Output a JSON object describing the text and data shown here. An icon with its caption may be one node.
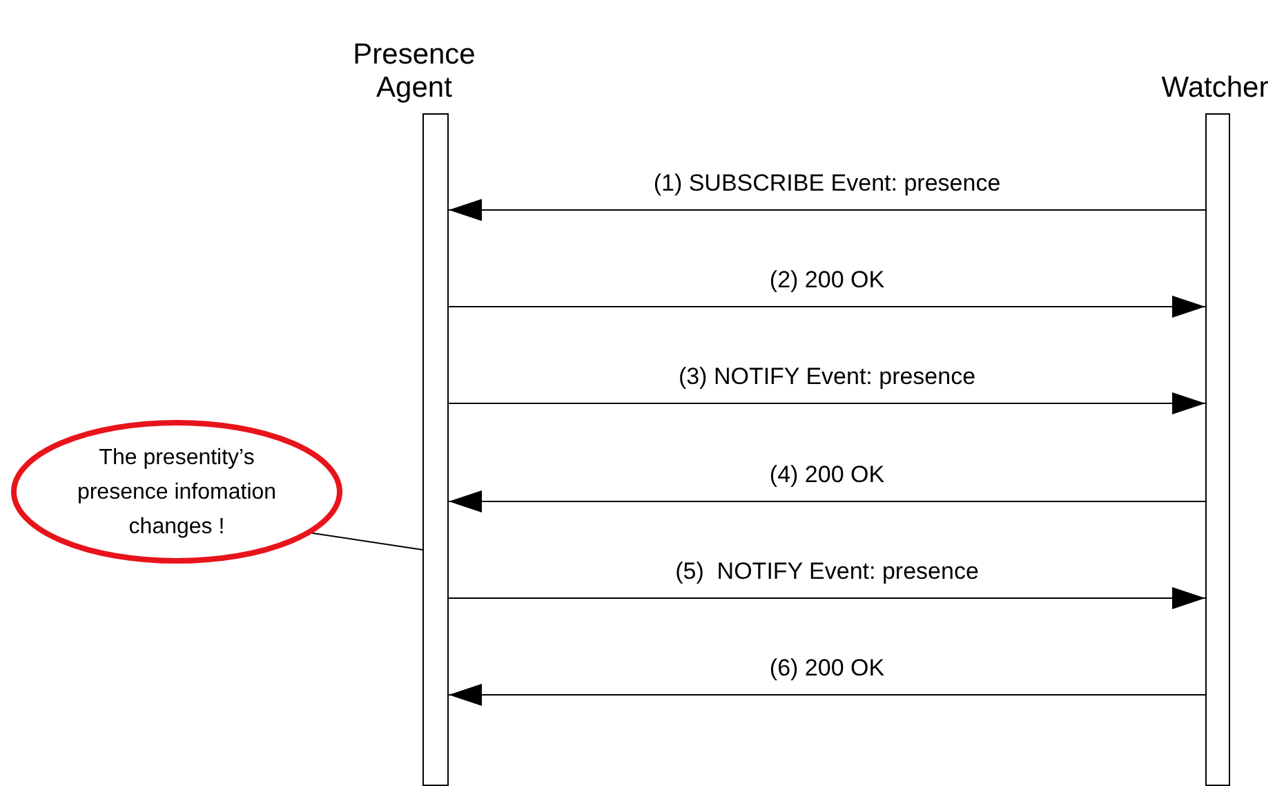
{
  "diagram": {
    "nodes": [
      {
        "text": [
          "Presence Agent"
        ]
      },
      {
        "text": [
          "Watcher"
        ]
      },
      {
        "text": [
          "The presentity’s presence infomation changes !"
        ]
      }
    ],
    "edges": [
      {
        "from": 1,
        "to": 0,
        "arrow": "to",
        "label": "(1) SUBSCRIBE Event: presence"
      },
      {
        "from": 0,
        "to": 1,
        "arrow": "to",
        "label": "(2) 200 OK"
      },
      {
        "from": 0,
        "to": 1,
        "arrow": "to",
        "label": "(3) NOTIFY Event: presence"
      },
      {
        "from": 1,
        "to": 0,
        "arrow": "to",
        "label": "(4) 200 OK"
      },
      {
        "from": 0,
        "to": 1,
        "arrow": "to",
        "label": "(5)  NOTIFY Event: presence"
      },
      {
        "from": 1,
        "to": 0,
        "arrow": "to",
        "label": "(6) 200 OK"
      },
      {
        "from": 2,
        "to": 0,
        "arrow": "none"
      }
    ]
  }
}
